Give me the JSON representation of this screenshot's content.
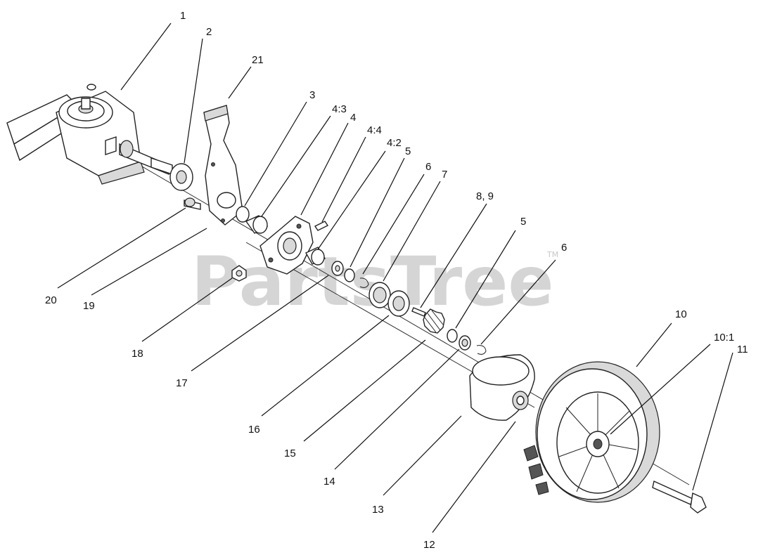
{
  "watermark": {
    "text": "PartsTree",
    "trademark": "TM"
  },
  "callouts": {
    "c1": "1",
    "c2": "2",
    "c21": "21",
    "c3": "3",
    "c4_3": "4:3",
    "c4": "4",
    "c4_4": "4:4",
    "c4_2": "4:2",
    "c5a": "5",
    "c6a": "6",
    "c7": "7",
    "c8_9": "8, 9",
    "c5b": "5",
    "c6b": "6",
    "c10": "10",
    "c10_1": "10:1",
    "c11": "11",
    "c20": "20",
    "c19": "19",
    "c18": "18",
    "c17": "17",
    "c16": "16",
    "c15": "15",
    "c14": "14",
    "c13": "13",
    "c12": "12"
  }
}
